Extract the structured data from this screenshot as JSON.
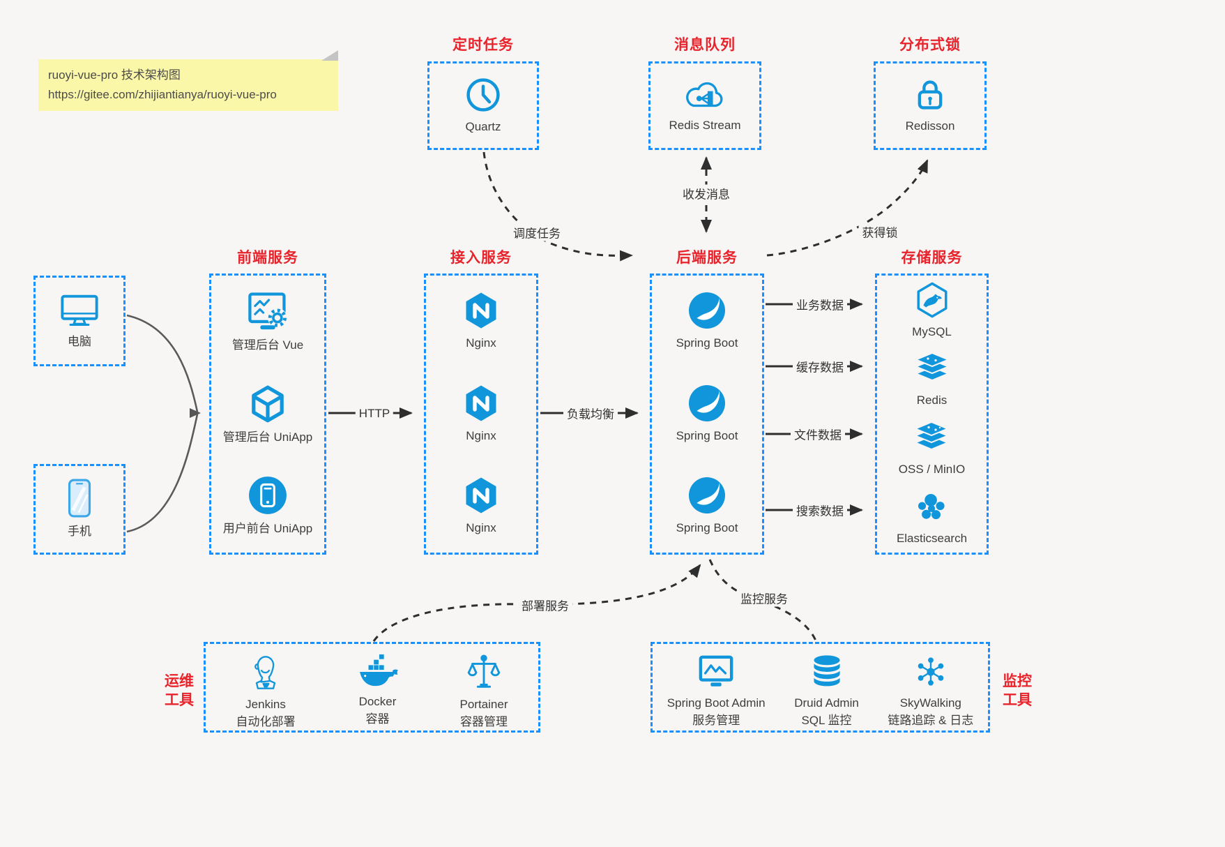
{
  "note": {
    "line1": "ruoyi-vue-pro 技术架构图",
    "line2": "https://gitee.com/zhijiantianya/ruoyi-vue-pro"
  },
  "colors": {
    "accent_blue": "#1296db",
    "border_blue": "#1890ff",
    "title_red": "#e8232b",
    "note_bg": "#fbf7a9",
    "background": "#f7f6f5"
  },
  "groups": {
    "scheduled": {
      "title": "定时任务",
      "items": [
        {
          "icon": "clock-icon",
          "label": "Quartz"
        }
      ]
    },
    "mq": {
      "title": "消息队列",
      "items": [
        {
          "icon": "cloud-share-icon",
          "label": "Redis Stream"
        }
      ]
    },
    "lock": {
      "title": "分布式锁",
      "items": [
        {
          "icon": "lock-icon",
          "label": "Redisson"
        }
      ]
    },
    "clients": [
      {
        "icon": "desktop-icon",
        "label": "电脑"
      },
      {
        "icon": "phone-icon",
        "label": "手机"
      }
    ],
    "frontend": {
      "title": "前端服务",
      "items": [
        {
          "icon": "admin-vue-icon",
          "label": "管理后台 Vue"
        },
        {
          "icon": "uniapp-cube-icon",
          "label": "管理后台 UniApp"
        },
        {
          "icon": "user-app-icon",
          "label": "用户前台 UniApp"
        }
      ]
    },
    "gateway": {
      "title": "接入服务",
      "items": [
        {
          "icon": "nginx-icon",
          "label": "Nginx"
        },
        {
          "icon": "nginx-icon",
          "label": "Nginx"
        },
        {
          "icon": "nginx-icon",
          "label": "Nginx"
        }
      ]
    },
    "backend": {
      "title": "后端服务",
      "items": [
        {
          "icon": "spring-icon",
          "label": "Spring Boot"
        },
        {
          "icon": "spring-icon",
          "label": "Spring Boot"
        },
        {
          "icon": "spring-icon",
          "label": "Spring Boot"
        }
      ]
    },
    "storage": {
      "title": "存储服务",
      "items": [
        {
          "icon": "mysql-icon",
          "label": "MySQL"
        },
        {
          "icon": "redis-stack-icon",
          "label": "Redis"
        },
        {
          "icon": "oss-stack-icon",
          "label": "OSS / MinIO"
        },
        {
          "icon": "elasticsearch-icon",
          "label": "Elasticsearch"
        }
      ]
    },
    "ops": {
      "title_line1": "运维",
      "title_line2": "工具",
      "items": [
        {
          "icon": "jenkins-icon",
          "label": "Jenkins",
          "sublabel": "自动化部署"
        },
        {
          "icon": "docker-icon",
          "label": "Docker",
          "sublabel": "容器"
        },
        {
          "icon": "portainer-icon",
          "label": "Portainer",
          "sublabel": "容器管理"
        }
      ]
    },
    "monitor": {
      "title_line1": "监控",
      "title_line2": "工具",
      "items": [
        {
          "icon": "sba-monitor-icon",
          "label": "Spring Boot Admin",
          "sublabel": "服务管理"
        },
        {
          "icon": "druid-db-icon",
          "label": "Druid Admin",
          "sublabel": "SQL 监控"
        },
        {
          "icon": "skywalking-icon",
          "label": "SkyWalking",
          "sublabel": "链路追踪 & 日志"
        }
      ]
    }
  },
  "edges": {
    "http": "HTTP",
    "load_balance": "负载均衡",
    "business_data": "业务数据",
    "cache_data": "缓存数据",
    "file_data": "文件数据",
    "search_data": "搜索数据",
    "schedule": "调度任务",
    "message": "收发消息",
    "get_lock": "获得锁",
    "deploy": "部署服务",
    "monitor": "监控服务"
  }
}
